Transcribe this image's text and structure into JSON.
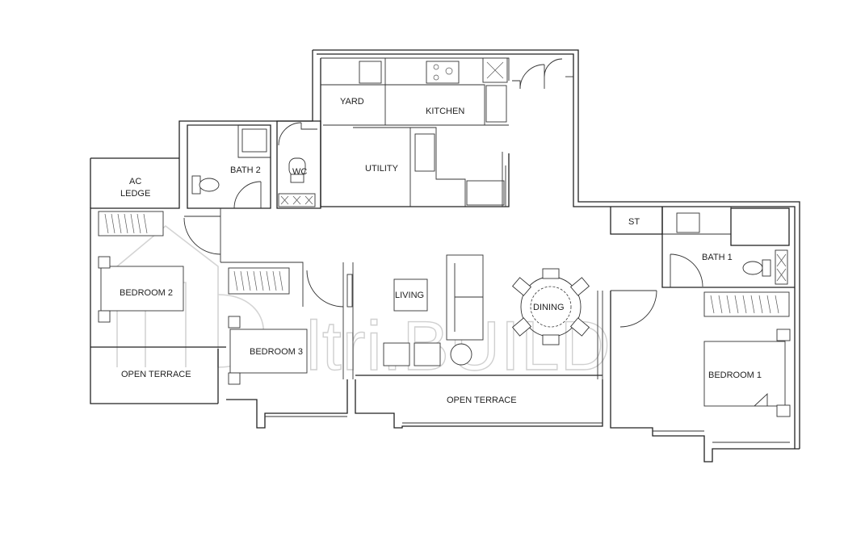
{
  "rooms": {
    "yard": "YARD",
    "kitchen": "KITCHEN",
    "bath2": "BATH 2",
    "wc": "WC",
    "utility": "UTILITY",
    "ac_ledge_line1": "AC",
    "ac_ledge_line2": "LEDGE",
    "st": "ST",
    "bath1": "BATH 1",
    "bedroom2": "BEDROOM 2",
    "bedroom3": "BEDROOM 3",
    "living": "LIVING",
    "dining": "DINING",
    "bedroom1": "BEDROOM 1",
    "open_terrace_left": "OPEN TERRACE",
    "open_terrace_center": "OPEN TERRACE"
  },
  "watermark": {
    "text": "altri.BUILD"
  },
  "colors": {
    "wall": "#222222",
    "watermark": "#d0d0d0",
    "background": "#ffffff"
  }
}
